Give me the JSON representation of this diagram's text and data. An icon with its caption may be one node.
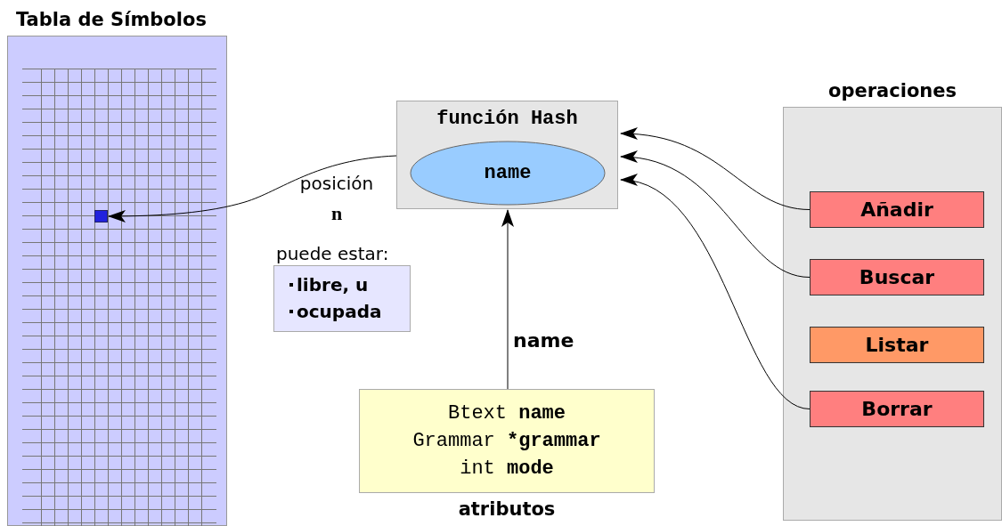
{
  "diagram": {
    "nodes": [
      {
        "text": [
          "Tabla de Símbolos"
        ]
      },
      {
        "text": [],
        "shape": "box",
        "in": 0
      },
      {
        "text": [
          "función Hash"
        ]
      },
      {
        "text": [
          "name"
        ],
        "in": 2
      },
      {
        "text": [
          "puede estar:",
          "libre, u",
          "ocupada"
        ]
      },
      {
        "text": [
          "Btext",
          "name",
          "Grammar",
          "*grammar",
          "int",
          "mode"
        ],
        "beside": [
          "atributos"
        ]
      },
      {
        "text": [
          "operaciones"
        ]
      },
      {
        "text": [
          "Añadir"
        ],
        "in": 6
      },
      {
        "text": [
          "Buscar"
        ],
        "in": 6
      },
      {
        "text": [
          "Listar"
        ],
        "in": 6
      },
      {
        "text": [
          "Borrar"
        ],
        "in": 6
      }
    ],
    "edges": [
      {
        "from": 2,
        "to": 1,
        "arrow": "to"
      },
      {
        "from": 5,
        "to": 2,
        "arrow": "to",
        "label": "name"
      },
      {
        "from": 7,
        "to": 2,
        "arrow": "to"
      },
      {
        "from": 8,
        "to": 2,
        "arrow": "to"
      },
      {
        "from": 10,
        "to": 2,
        "arrow": "to"
      }
    ],
    "labels": [
      "posición",
      "n"
    ]
  }
}
